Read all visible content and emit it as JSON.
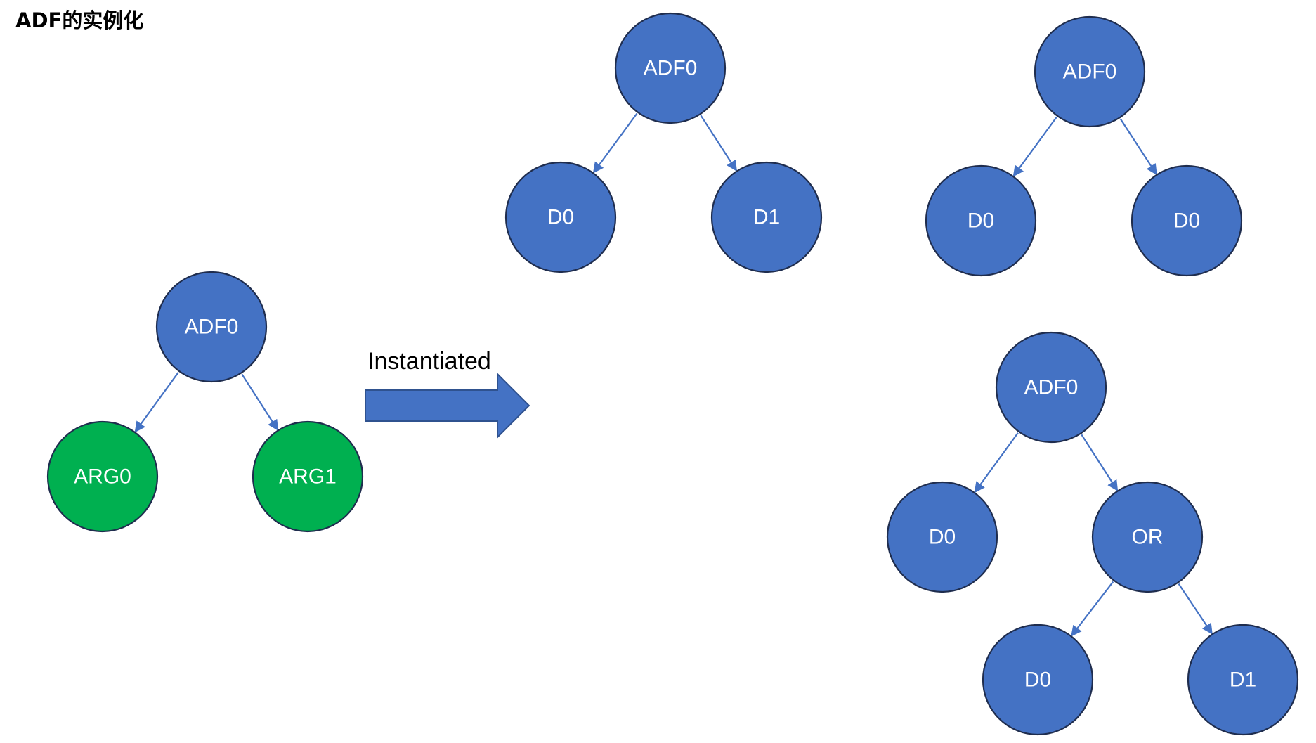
{
  "title": "ADF的实例化",
  "colors": {
    "node_fill": "#4472C4",
    "arg_fill": "#00B050",
    "node_stroke": "#1F2D4E",
    "edge": "#4472C4",
    "label": "#FFFFFF"
  },
  "arrow": {
    "label": "Instantiated"
  },
  "trees": [
    {
      "id": "template",
      "nodes": [
        {
          "id": "adf0",
          "label": "ADF0",
          "kind": "function"
        },
        {
          "id": "arg0",
          "label": "ARG0",
          "kind": "argument"
        },
        {
          "id": "arg1",
          "label": "ARG1",
          "kind": "argument"
        }
      ],
      "edges": [
        [
          "adf0",
          "arg0"
        ],
        [
          "adf0",
          "arg1"
        ]
      ]
    },
    {
      "id": "instance-1",
      "nodes": [
        {
          "id": "adf0",
          "label": "ADF0",
          "kind": "function"
        },
        {
          "id": "d0",
          "label": "D0",
          "kind": "terminal"
        },
        {
          "id": "d1",
          "label": "D1",
          "kind": "terminal"
        }
      ],
      "edges": [
        [
          "adf0",
          "d0"
        ],
        [
          "adf0",
          "d1"
        ]
      ]
    },
    {
      "id": "instance-2",
      "nodes": [
        {
          "id": "adf0",
          "label": "ADF0",
          "kind": "function"
        },
        {
          "id": "d0a",
          "label": "D0",
          "kind": "terminal"
        },
        {
          "id": "d0b",
          "label": "D0",
          "kind": "terminal"
        }
      ],
      "edges": [
        [
          "adf0",
          "d0a"
        ],
        [
          "adf0",
          "d0b"
        ]
      ]
    },
    {
      "id": "instance-3",
      "nodes": [
        {
          "id": "adf0",
          "label": "ADF0",
          "kind": "function"
        },
        {
          "id": "d0",
          "label": "D0",
          "kind": "terminal"
        },
        {
          "id": "or",
          "label": "OR",
          "kind": "function"
        },
        {
          "id": "d0b",
          "label": "D0",
          "kind": "terminal"
        },
        {
          "id": "d1",
          "label": "D1",
          "kind": "terminal"
        }
      ],
      "edges": [
        [
          "adf0",
          "d0"
        ],
        [
          "adf0",
          "or"
        ],
        [
          "or",
          "d0b"
        ],
        [
          "or",
          "d1"
        ]
      ]
    }
  ]
}
